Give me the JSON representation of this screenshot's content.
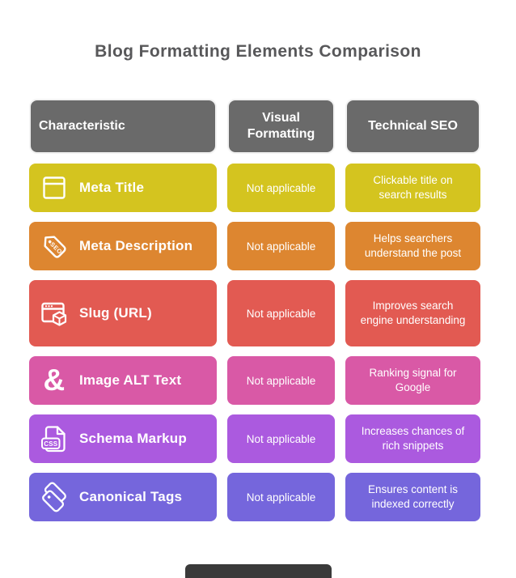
{
  "chart_data": {
    "type": "table",
    "title": "Blog Formatting Elements Comparison",
    "columns": [
      "Characteristic",
      "Visual Formatting",
      "Technical SEO"
    ],
    "rows": [
      {
        "icon": "browser-window-icon",
        "characteristic": "Meta Title",
        "visual_formatting": "Not applicable",
        "technical_seo": "Clickable title on search results",
        "color": "#d4c41f"
      },
      {
        "icon": "seo-tag-icon",
        "characteristic": "Meta Description",
        "visual_formatting": "Not applicable",
        "technical_seo": "Helps searchers understand the post",
        "color": "#dd8630"
      },
      {
        "icon": "browser-cube-icon",
        "characteristic": "Slug (URL)",
        "visual_formatting": "Not applicable",
        "technical_seo": "Improves search engine understanding",
        "color": "#e25a52"
      },
      {
        "icon": "ampersand-icon",
        "characteristic": "Image ALT Text",
        "visual_formatting": "Not applicable",
        "technical_seo": "Ranking signal for Google",
        "color": "#d959a6"
      },
      {
        "icon": "css-file-icon",
        "characteristic": "Schema Markup",
        "visual_formatting": "Not applicable",
        "technical_seo": "Increases chances of rich snippets",
        "color": "#ab5adf"
      },
      {
        "icon": "price-tags-icon",
        "characteristic": "Canonical Tags",
        "visual_formatting": "Not applicable",
        "technical_seo": "Ensures content is indexed correctly",
        "color": "#7566dc"
      }
    ]
  },
  "icons": {
    "seo_tag_label": "SEO",
    "css_file_label": "CSS",
    "ampersand_glyph": "&"
  },
  "theme": {
    "background": "#ffffff",
    "title_color": "#58585a",
    "header_bg": "#6a6a6a",
    "header_border": "#f2f2f2",
    "text_on_color": "#ffffff",
    "watermark_color": "#3a3a3a"
  }
}
